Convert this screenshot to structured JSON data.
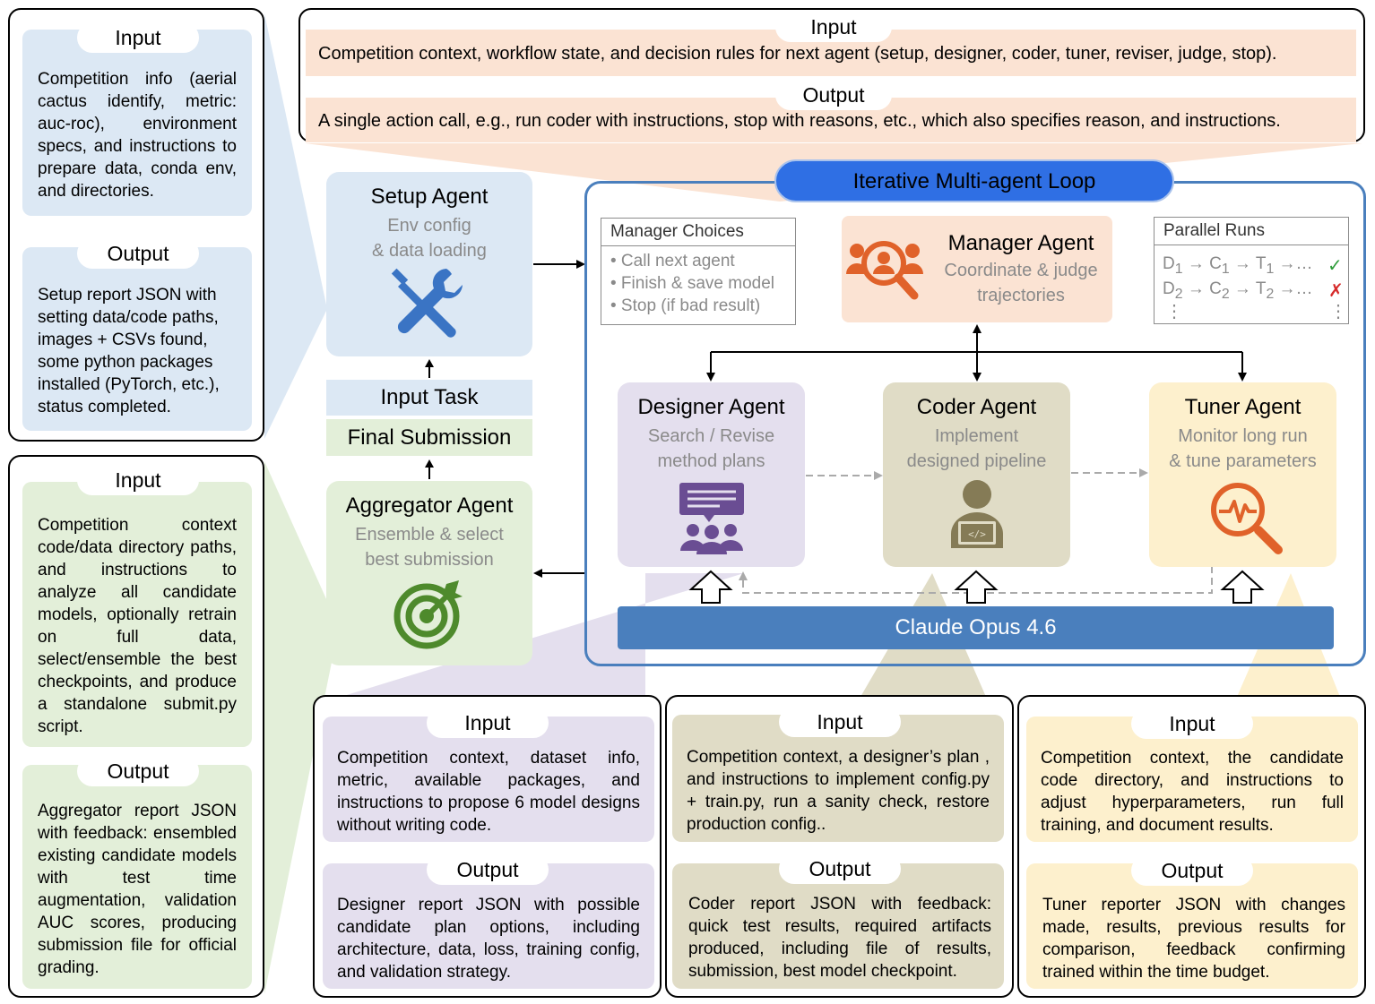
{
  "top_panel": {
    "input_tag": "Input",
    "input_text": "Competition context, workflow state, and decision rules for next agent (setup, designer, coder, tuner, reviser, judge, stop).",
    "output_tag": "Output",
    "output_text": "A single action call, e.g., run coder with instructions, stop with reasons, etc., which also specifies reason, and instructions."
  },
  "setup_panel": {
    "input_tag": "Input",
    "input_text": "Competition info (aerial cactus identify, metric: auc-roc), environment specs, and instructions to prepare data, conda env, and directories.",
    "output_tag": "Output",
    "output_text": "Setup report JSON with setting data/code paths, images + CSVs found, some python packages installed (PyTorch, etc.), status completed."
  },
  "aggregator_panel": {
    "input_tag": "Input",
    "input_text": "Competition context code/data directory paths, and instructions to analyze all candidate models, optionally retrain on full data, select/ensemble the best checkpoints, and produce a standalone submit.py script.",
    "output_tag": "Output",
    "output_text": "Aggregator report JSON with feedback: ensembled existing candidate models with test time augmentation, validation AUC scores, producing submission file for official grading."
  },
  "designer_panel": {
    "input_tag": "Input",
    "input_text": "Competition context, dataset info, metric, available packages, and instructions to propose 6 model designs without writing code.",
    "output_tag": "Output",
    "output_text": "Designer report JSON with possible candidate plan options, including architecture, data, loss, training config, and validation strategy."
  },
  "coder_panel": {
    "input_tag": "Input",
    "input_text": "Competition context, a designer’s plan , and instructions to implement config.py + train.py, run a sanity check, restore production config..",
    "output_tag": "Output",
    "output_text": "Coder report JSON with feedback: quick test results, required artifacts produced, including file of results, submission, best model checkpoint."
  },
  "tuner_panel": {
    "input_tag": "Input",
    "input_text": "Competition context, the candidate code directory, and instructions to adjust hyperparameters, run full training, and document results.",
    "output_tag": "Output",
    "output_text": "Tuner reporter JSON with changes made, results, previous results for comparison, feedback confirming trained within the time budget."
  },
  "setup_agent": {
    "title": "Setup Agent",
    "desc1": "Env config",
    "desc2": "& data loading",
    "icon": "wrench-screwdriver-icon"
  },
  "input_task": "Input Task",
  "final_submission": "Final Submission",
  "aggregator_agent": {
    "title": "Aggregator Agent",
    "desc1": "Ensemble & select",
    "desc2": "best submission",
    "icon": "target-icon"
  },
  "loop_title": "Iterative Multi-agent Loop",
  "manager_choices": {
    "header": "Manager Choices",
    "items": [
      "• Call next agent",
      "• Finish & save model",
      "• Stop (if bad result)"
    ]
  },
  "manager_agent": {
    "title": "Manager Agent",
    "desc1": "Coordinate & judge",
    "desc2": "trajectories",
    "icon": "team-search-icon"
  },
  "parallel_runs": {
    "header": "Parallel Runs",
    "row1_mark": "✓",
    "row2_mark": "✗",
    "more": "⋮"
  },
  "designer_agent": {
    "title": "Designer Agent",
    "desc1": "Search / Revise",
    "desc2": "method plans",
    "icon": "presentation-team-icon"
  },
  "coder_agent": {
    "title": "Coder Agent",
    "desc1": "Implement",
    "desc2": "designed pipeline",
    "icon": "coder-laptop-icon"
  },
  "tuner_agent": {
    "title": "Tuner Agent",
    "desc1": "Monitor long run",
    "desc2": "& tune parameters",
    "icon": "magnifier-pulse-icon"
  },
  "claude_bar": "Claude Opus 4.6",
  "colors": {
    "blue": "#dce8f4",
    "orange": "#fbe3d3",
    "green": "#e3efd9",
    "purple": "#e4dfee",
    "olive": "#e0dcc6",
    "yellow": "#fdf0cd",
    "loop_border": "#4a7fbd",
    "loop_title_bg": "#2f6fe4",
    "claude_bg": "#4a7fbd"
  }
}
